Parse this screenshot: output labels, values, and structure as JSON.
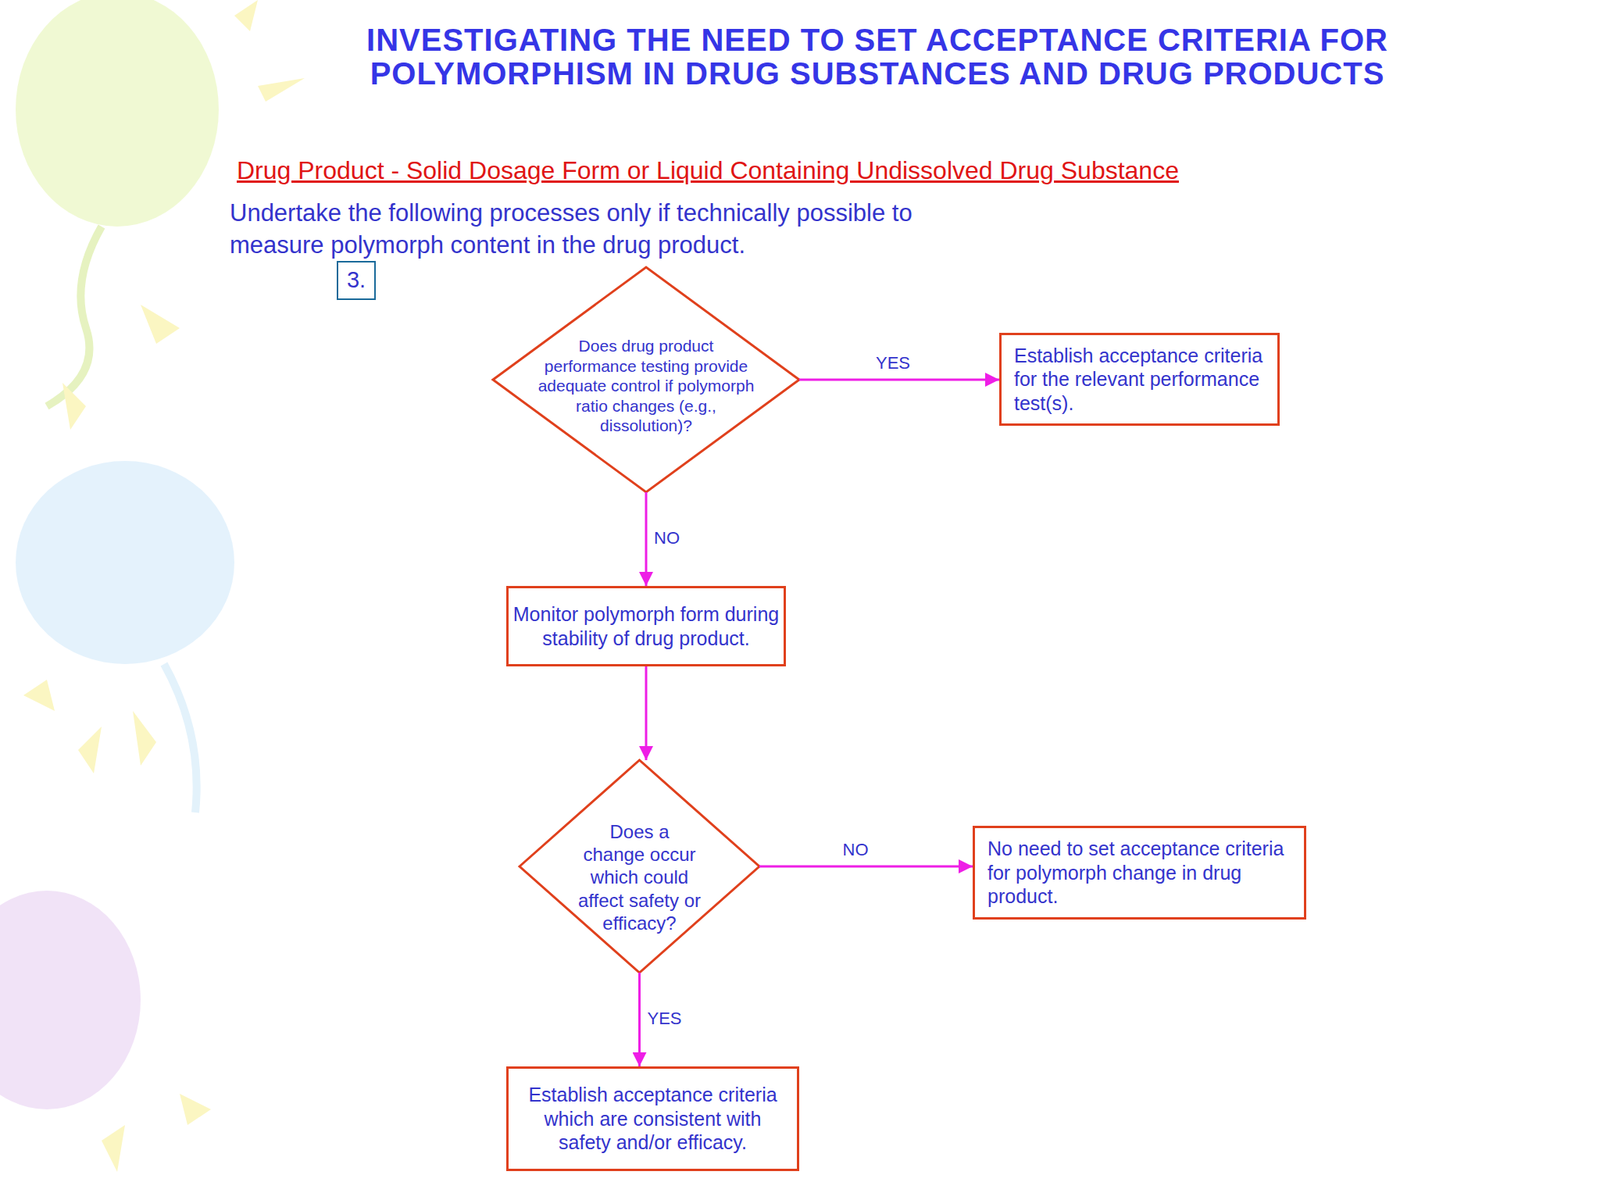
{
  "diagram": {
    "title": "INVESTIGATING THE NEED TO SET ACCEPTANCE CRITERIA FOR POLYMORPHISM IN DRUG SUBSTANCES AND DRUG PRODUCTS",
    "nodes": [
      {
        "text": [
          "Does drug product performance testing provide adequate control if polymorph ratio changes (e.g., dissolution)?"
        ]
      },
      {
        "text": [
          "Establish acceptance criteria for the relevant performance test(s)."
        ]
      },
      {
        "text": [
          "Monitor polymorph form during stability of drug product."
        ]
      },
      {
        "text": [
          "Does a change occur which could affect safety or efficacy?"
        ]
      },
      {
        "text": [
          "No need to set acceptance criteria for polymorph change in drug product."
        ]
      },
      {
        "text": [
          "Establish acceptance criteria which are consistent with safety and/or efficacy."
        ]
      }
    ],
    "edges": [
      {
        "from": 0,
        "to": 1,
        "label": "YES",
        "arrow": "to"
      },
      {
        "from": 0,
        "to": 2,
        "label": "NO",
        "arrow": "to"
      },
      {
        "from": 2,
        "to": 3,
        "arrow": "to"
      },
      {
        "from": 3,
        "to": 4,
        "label": "NO",
        "arrow": "to"
      },
      {
        "from": 3,
        "to": 5,
        "label": "YES",
        "arrow": "to"
      }
    ],
    "labels": [
      "Drug Product - Solid Dosage Form or Liquid Containing Undissolved Drug Substance",
      "Undertake the following processes only if technically possible to measure polymorph content in the drug product.",
      "3."
    ]
  }
}
